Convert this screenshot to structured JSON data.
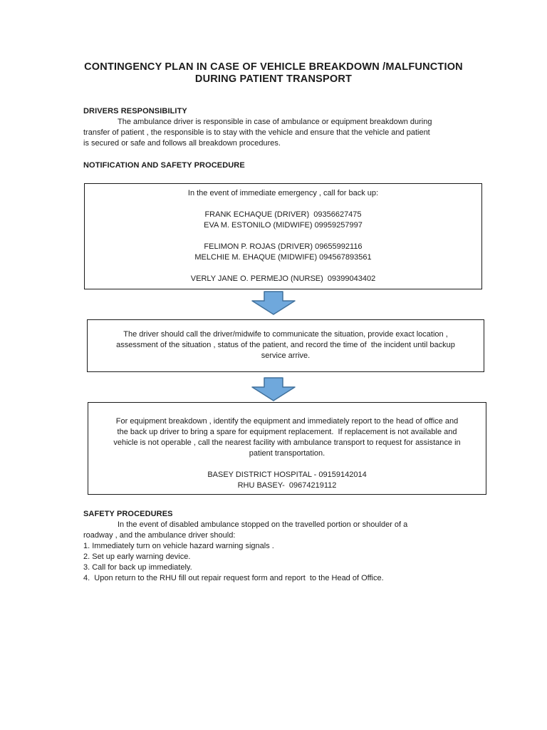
{
  "title": {
    "line1": "CONTINGENCY PLAN IN CASE OF VEHICLE BREAKDOWN /MALFUNCTION",
    "line2": "DURING PATIENT TRANSPORT"
  },
  "drivers_responsibility": {
    "heading": "DRIVERS RESPONSIBILITY",
    "lines": [
      "The ambulance driver is responsible in case of ambulance or equipment breakdown during",
      "transfer of patient , the responsible is to stay with the vehicle and ensure that the vehicle and patient",
      "is secured or safe and follows all breakdown procedures."
    ]
  },
  "notification_procedure": {
    "heading": "NOTIFICATION AND SAFETY PROCEDURE",
    "backup_box": {
      "lines": [
        "In the event of immediate emergency , call for back up:",
        "",
        "FRANK ECHAQUE (DRIVER)  09356627475",
        "EVA M. ESTONILO (MIDWIFE) 09959257997",
        "",
        "FELIMON P. ROJAS (DRIVER) 09655992116",
        "MELCHIE M. EHAQUE (MIDWIFE) 094567893561",
        "",
        "VERLY JANE O. PERMEJO (NURSE)  09399043402"
      ]
    },
    "communication_box": {
      "lines": [
        "The driver should call the driver/midwife to communicate the situation, provide exact location ,",
        "assessment of the situation , status of the patient, and record the time of  the incident until backup",
        "service arrive."
      ]
    },
    "equipment_box": {
      "lines": [
        "For equipment breakdown , identify the equipment and immediately report to the head of office and",
        "the back up driver to bring a spare for equipment replacement.  If replacement is not available and",
        "vehicle is not operable , call the nearest facility with ambulance transport to request for assistance in",
        "patient transportation.",
        "",
        "BASEY DISTRICT HOSPITAL - 09159142014",
        "RHU BASEY-  09674219112"
      ]
    }
  },
  "safety_procedures": {
    "heading": "SAFETY PROCEDURES",
    "intro_lines": [
      "In the event of disabled ambulance stopped on the travelled portion or shoulder of a",
      "roadway , and the ambulance driver should:"
    ],
    "steps": [
      "1. Immediately turn on vehicle hazard warning signals .",
      "2. Set up early warning device.",
      "3. Call for back up immediately.",
      "4.  Upon return to the RHU fill out repair request form and report  to the Head of Office."
    ]
  },
  "colors": {
    "arrow_fill": "#6FA8DC",
    "arrow_border": "#41719C",
    "box_border": "#1a1a1a",
    "text": "#1c1c1c"
  }
}
